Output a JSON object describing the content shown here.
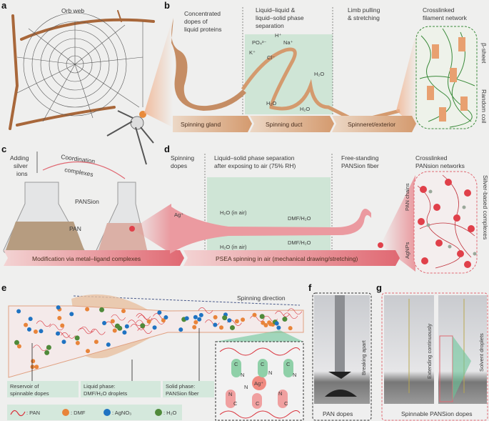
{
  "panels": {
    "a": {
      "label": "a",
      "title": "Orb web"
    },
    "b": {
      "label": "b",
      "dopes": [
        "Concentrated",
        "dopes of",
        "liquid proteins"
      ],
      "separation": [
        "Liquid–liquid &",
        "liquid–solid phase",
        "separation"
      ],
      "limb": [
        "Limb pulling",
        "& stretching"
      ],
      "network": [
        "Crosslinked",
        "filament network"
      ],
      "ions": [
        "H⁺",
        "PO₄³⁻",
        "Na⁺",
        "K⁺",
        "Cl⁻",
        "H₂O",
        "H₂O",
        "H₂O"
      ],
      "beta_sheet": "β-sheet",
      "random_coil": "Random coil",
      "stages": [
        "Spinning gland",
        "Spinning duct",
        "Spinneret/exterior"
      ]
    },
    "c": {
      "label": "c",
      "adding": [
        "Adding",
        "silver",
        "ions"
      ],
      "coordination": [
        "Coordination",
        "complexes"
      ],
      "pan": "PAN",
      "pansion": "PANSion",
      "bar": "Modification via metal–ligand complexes"
    },
    "d": {
      "label": "d",
      "dopes": [
        "Spinning",
        "dopes"
      ],
      "separation": [
        "Liquid–solid phase separation",
        "after exposing to air (75% RH)"
      ],
      "fiber": [
        "Free-standing",
        "PANSion fiber"
      ],
      "network": [
        "Crosslinked",
        "PANsion networks"
      ],
      "ag": "Ag⁺",
      "h2o_air_top": "H₂O (in air)",
      "h2o_air_bottom": "H₂O (in air)",
      "dmf_top": "DMF/H₂O",
      "dmf_bottom": "DMF/H₂O",
      "pan_chains": "PAN chains",
      "agnps": "AgNPs",
      "silver_complexes": "Silver-based complexes",
      "bar": "PSEA spinning in air (mechanical drawing/stretching)"
    },
    "e": {
      "label": "e",
      "direction": "Spinning direction",
      "reservoir": [
        "Reservoir of",
        "spinnable dopes"
      ],
      "liquid": [
        "Liquid phase:",
        "DMF/H₂O droplets"
      ],
      "solid": [
        "Solid phase:",
        "PANSion fiber"
      ],
      "legend": [
        ": PAN",
        ": DMF",
        ": AgNO₃",
        ": H₂O"
      ],
      "inset_atoms": {
        "c": "C",
        "n": "N",
        "ag": "Ag⁺"
      }
    },
    "f": {
      "label": "f",
      "annotation": "Breaking apart",
      "caption": "PAN dopes"
    },
    "g": {
      "label": "g",
      "left_annotation": "Extending continuously",
      "right_annotation": "Solvent droplets",
      "caption": "Spinnable PANSion dopes"
    }
  },
  "colors": {
    "branch": "#a8673a",
    "green_zone": "#cfe5d6",
    "bar_brown": "#d9a27a",
    "bar_red": "#e8838a",
    "pan_red": "#d9303a",
    "dmf_orange": "#e8843a",
    "agno3_blue": "#1f73c2",
    "h2o_green": "#4f8a3a"
  }
}
